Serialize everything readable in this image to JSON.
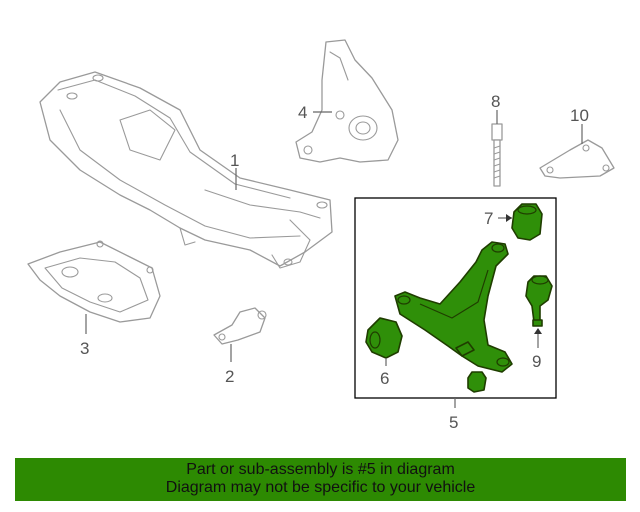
{
  "callouts": {
    "c1": "1",
    "c2": "2",
    "c3": "3",
    "c4": "4",
    "c5": "5",
    "c6": "6",
    "c7": "7",
    "c8": "8",
    "c9": "9",
    "c10": "10"
  },
  "highlight_part": "5",
  "banner": {
    "line1": "Part or sub-assembly is #5 in diagram",
    "line2": "Diagram may not be specific to your vehicle"
  },
  "colors": {
    "highlight": "#2f8f09",
    "banner": "#2d8a02",
    "outline": "#9a9a9a"
  }
}
